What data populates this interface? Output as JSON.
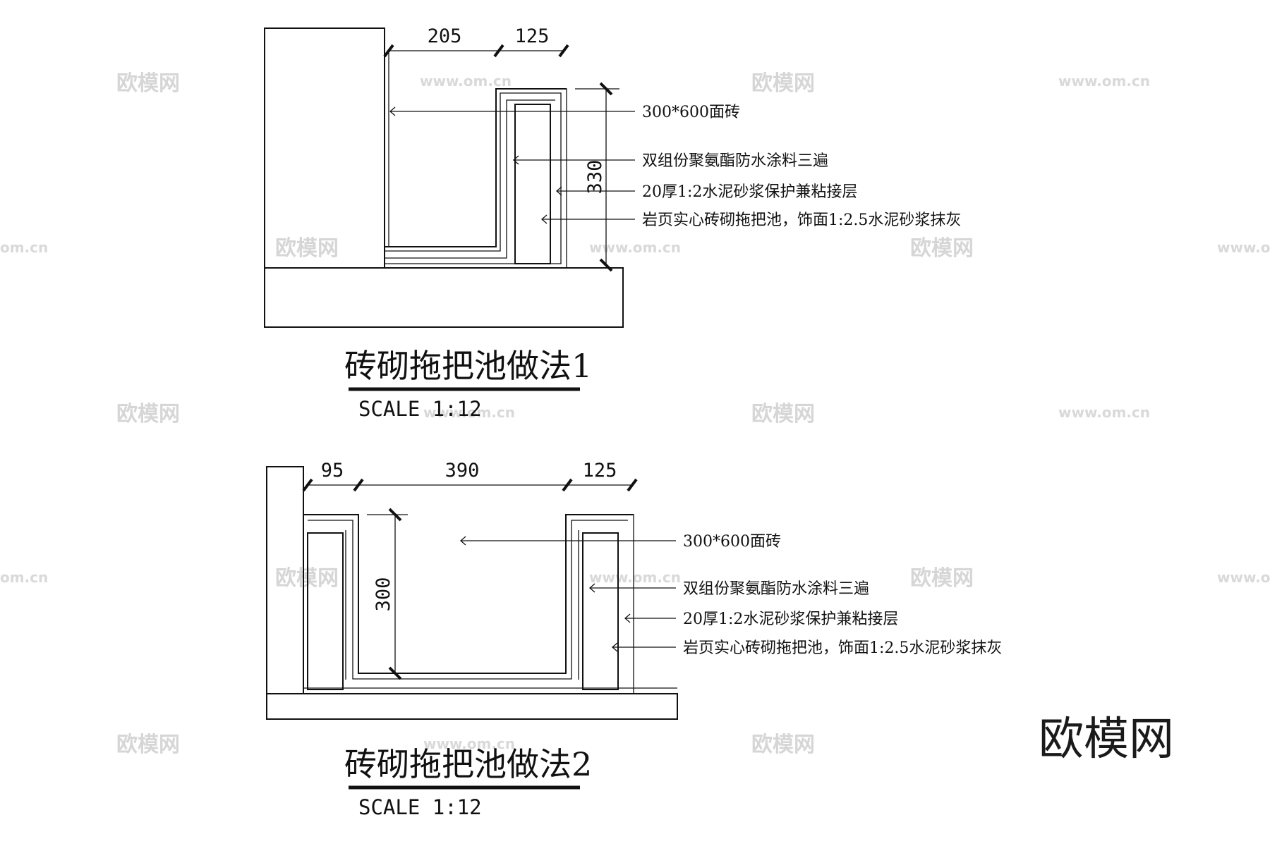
{
  "watermarks": {
    "brand": "欧模网",
    "url": "www.om.cn",
    "url_short": "om.cn"
  },
  "logo": "欧模网",
  "detail1": {
    "dims": {
      "top_left": "205",
      "top_right": "125",
      "height": "330"
    },
    "labels": [
      "300*600面砖",
      "双组份聚氨酯防水涂料三遍",
      "20厚1:2水泥砂浆保护兼粘接层",
      "岩页实心砖砌拖把池，饰面1:2.5水泥砂浆抹灰"
    ],
    "title": "砖砌拖把池做法1",
    "scale": "SCALE 1:12"
  },
  "detail2": {
    "dims": {
      "left": "95",
      "middle": "390",
      "right": "125",
      "height": "300"
    },
    "labels": [
      "300*600面砖",
      "双组份聚氨酯防水涂料三遍",
      "20厚1:2水泥砂浆保护兼粘接层",
      "岩页实心砖砌拖把池，饰面1:2.5水泥砂浆抹灰"
    ],
    "title": "砖砌拖把池做法2",
    "scale": "SCALE 1:12"
  }
}
